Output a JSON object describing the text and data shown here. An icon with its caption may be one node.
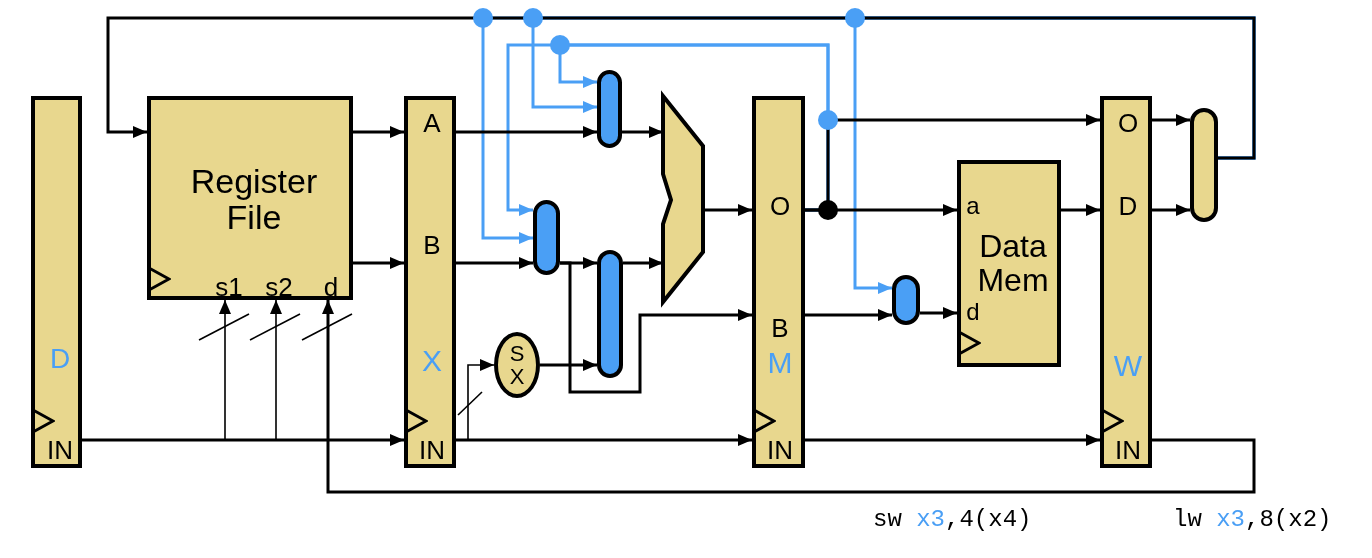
{
  "diagram": {
    "nodes": [
      {
        "text": [
          "D",
          "IN"
        ]
      },
      {
        "text": [
          "Register File",
          "s1",
          "s2",
          "d"
        ]
      },
      {
        "text": [
          "A",
          "B",
          "X",
          "IN"
        ]
      },
      {
        "text": [],
        "shape": "bar"
      },
      {
        "text": [],
        "shape": "bar"
      },
      {
        "text": [
          "S X"
        ]
      },
      {
        "text": [],
        "shape": "bar"
      },
      {
        "text": [],
        "shape": "trapezoid"
      },
      {
        "text": [
          "O",
          "B",
          "M",
          "IN"
        ]
      },
      {
        "text": [],
        "shape": "bar"
      },
      {
        "text": [
          "a",
          "Data Mem",
          "d"
        ]
      },
      {
        "text": [
          "O",
          "D",
          "W",
          "IN"
        ]
      },
      {
        "text": [],
        "shape": "bar"
      }
    ],
    "edges": [
      {
        "from": 1,
        "to": 2,
        "arrow": "to"
      },
      {
        "from": 1,
        "to": 2,
        "arrow": "to"
      },
      {
        "from": 2,
        "to": 3,
        "arrow": "to"
      },
      {
        "from": 2,
        "to": 4,
        "arrow": "to"
      },
      {
        "from": 3,
        "to": 7,
        "arrow": "to"
      },
      {
        "from": 4,
        "to": 6,
        "arrow": "to"
      },
      {
        "from": 4,
        "to": 8,
        "arrow": "to"
      },
      {
        "from": 2,
        "to": 5,
        "arrow": "to"
      },
      {
        "from": 5,
        "to": 6,
        "arrow": "to"
      },
      {
        "from": 6,
        "to": 7,
        "arrow": "to"
      },
      {
        "from": 7,
        "to": 8,
        "arrow": "to"
      },
      {
        "from": 8,
        "to": 10,
        "arrow": "to"
      },
      {
        "from": 8,
        "to": 11,
        "arrow": "to"
      },
      {
        "from": 8,
        "to": 9,
        "arrow": "to"
      },
      {
        "from": 9,
        "to": 10,
        "arrow": "to"
      },
      {
        "from": 10,
        "to": 11,
        "arrow": "to"
      },
      {
        "from": 11,
        "to": 12,
        "arrow": "to"
      },
      {
        "from": 11,
        "to": 12,
        "arrow": "to"
      },
      {
        "from": 12,
        "to": 1,
        "arrow": "to"
      },
      {
        "from": 0,
        "to": 2,
        "arrow": "to"
      },
      {
        "from": 0,
        "to": 1,
        "arrow": "to"
      },
      {
        "from": 0,
        "to": 1,
        "arrow": "to"
      },
      {
        "from": 2,
        "to": 8,
        "arrow": "to"
      },
      {
        "from": 8,
        "to": 11,
        "arrow": "to"
      },
      {
        "from": 11,
        "to": 1,
        "arrow": "to"
      },
      {
        "from": 12,
        "to": 4,
        "arrow": "to",
        "color": "#4a9ff5"
      },
      {
        "from": 12,
        "to": 3,
        "arrow": "to",
        "color": "#4a9ff5"
      },
      {
        "from": 12,
        "to": 9,
        "arrow": "to",
        "color": "#4a9ff5"
      },
      {
        "from": 8,
        "to": 4,
        "arrow": "to",
        "color": "#4a9ff5"
      },
      {
        "from": 8,
        "to": 3,
        "arrow": "to",
        "color": "#4a9ff5"
      }
    ],
    "labels": [
      "sw x3,4(x4)",
      "lw x3,8(x2)"
    ]
  }
}
